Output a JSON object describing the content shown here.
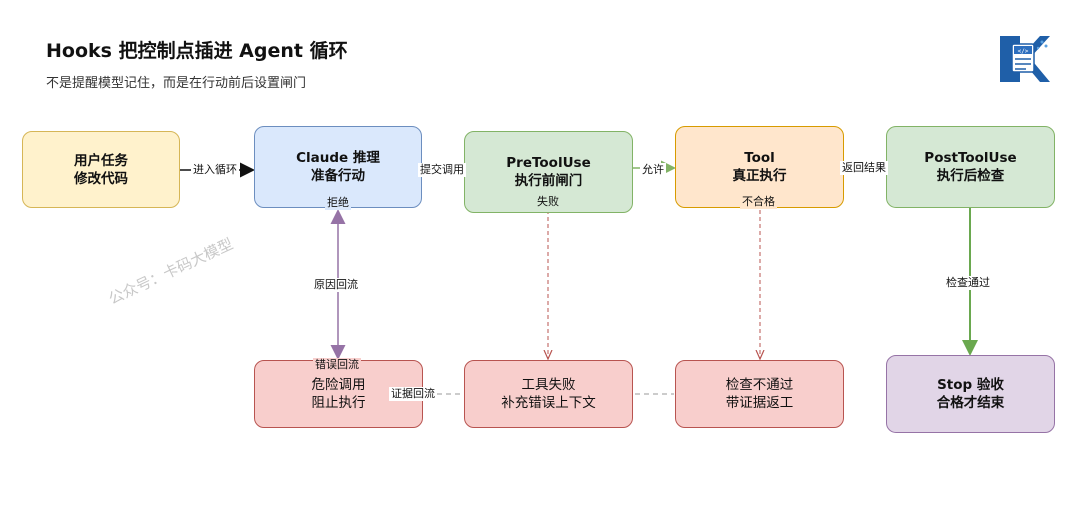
{
  "header": {
    "title": "Hooks 把控制点插进 Agent 循环",
    "subtitle": "不是提醒模型记住，而是在行动前后设置闸门"
  },
  "watermark": "公众号：卡码大模型",
  "nodes": {
    "user_task": [
      "用户任务",
      "修改代码"
    ],
    "claude": [
      "Claude 推理",
      "准备行动"
    ],
    "pretooluse": [
      "PreToolUse",
      "执行前闸门"
    ],
    "tool": [
      "Tool",
      "真正执行"
    ],
    "posttooluse": [
      "PostToolUse",
      "执行后检查"
    ],
    "danger": [
      "危险调用",
      "阻止执行"
    ],
    "tool_fail": [
      "工具失败",
      "补充错误上下文"
    ],
    "check_fail": [
      "检查不通过",
      "带证据返工"
    ],
    "stop": [
      "Stop 验收",
      "合格才结束"
    ]
  },
  "edges": {
    "enter_loop": "进入循环",
    "submit_call": "提交调用",
    "allow": "允许",
    "return_result": "返回结果",
    "reject": "拒绝",
    "fail": "失败",
    "not_pass": "不合格",
    "reason_back": "原因回流",
    "error_back": "错误回流",
    "evidence_back": "证据回流",
    "check_pass": "检查通过"
  },
  "colors": {
    "yellow_fill": "#fff2cc",
    "yellow_stroke": "#d6b656",
    "blue_fill": "#dae8fc",
    "blue_stroke": "#6c8ebf",
    "green_fill": "#d5e8d4",
    "green_stroke": "#82b366",
    "orange_fill": "#ffe6cc",
    "orange_stroke": "#d79b00",
    "red_fill": "#f8cecc",
    "red_stroke": "#b85450",
    "purple_fill": "#e1d5e7",
    "purple_stroke": "#9673a6"
  }
}
